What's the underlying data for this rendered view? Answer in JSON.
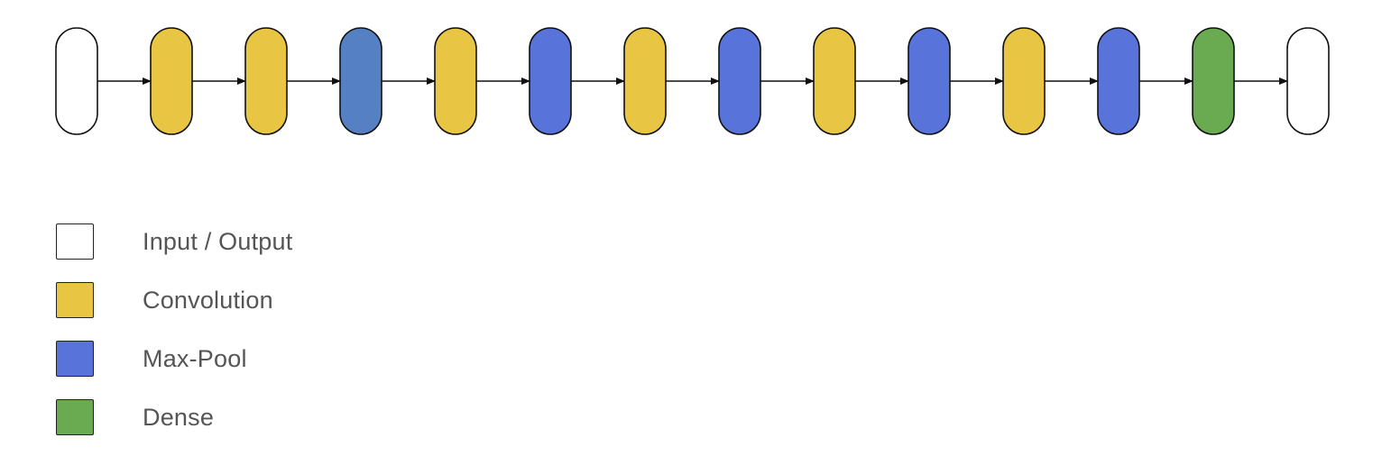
{
  "layer_types": {
    "io": {
      "label": "Input / Output",
      "color": "#ffffff"
    },
    "conv": {
      "label": "Convolution",
      "color": "#e8c543"
    },
    "pool": {
      "label": "Max-Pool",
      "color": "#5873d9"
    },
    "pool_alt": {
      "label": "",
      "color": "#5580c3"
    },
    "dense": {
      "label": "Dense",
      "color": "#6aab52"
    }
  },
  "sequence": [
    "io",
    "conv",
    "conv",
    "pool_alt",
    "conv",
    "pool",
    "conv",
    "pool",
    "conv",
    "pool",
    "conv",
    "pool",
    "dense",
    "io"
  ],
  "legend": [
    {
      "type": "io",
      "label": "Input / Output"
    },
    {
      "type": "conv",
      "label": "Convolution"
    },
    {
      "type": "pool",
      "label": "Max-Pool"
    },
    {
      "type": "dense",
      "label": "Dense"
    }
  ]
}
